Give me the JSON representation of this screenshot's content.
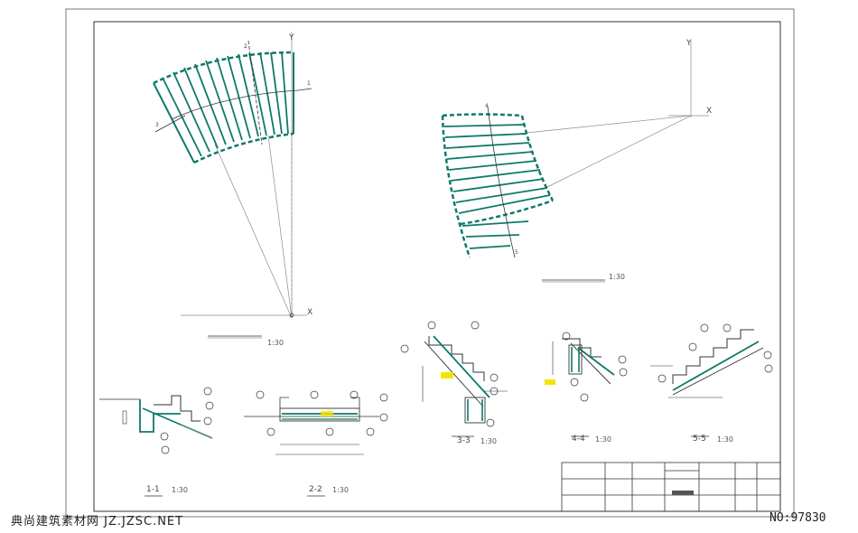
{
  "drawing": {
    "plan_top_left_scale": "1:30",
    "plan_top_right_scale": "1:30",
    "axis_y": "Y",
    "axis_x": "X",
    "axis_y2": "Y",
    "axis_x2": "X",
    "section_cut_1": "1",
    "section_cut_2": "2",
    "section_cut_3": "3",
    "section_cut_4": "4",
    "section_cut_5": "5"
  },
  "sections": [
    {
      "id": "s11",
      "label": "1-1",
      "scale": "1:30"
    },
    {
      "id": "s22",
      "label": "2-2",
      "scale": "1:30"
    },
    {
      "id": "s33",
      "label": "3-3",
      "scale": "1:30"
    },
    {
      "id": "s44",
      "label": "4-4",
      "scale": "1:30"
    },
    {
      "id": "s55",
      "label": "5-5",
      "scale": "1:30"
    }
  ],
  "watermark": {
    "site": "典尚建筑素材网 JZ.JZSC.NET",
    "number": "NO:97830"
  },
  "colors": {
    "stair_green": "#0f7a6a",
    "line_gray": "#8a8a8a",
    "dark": "#222222",
    "highlight_yellow": "#f2e600"
  }
}
